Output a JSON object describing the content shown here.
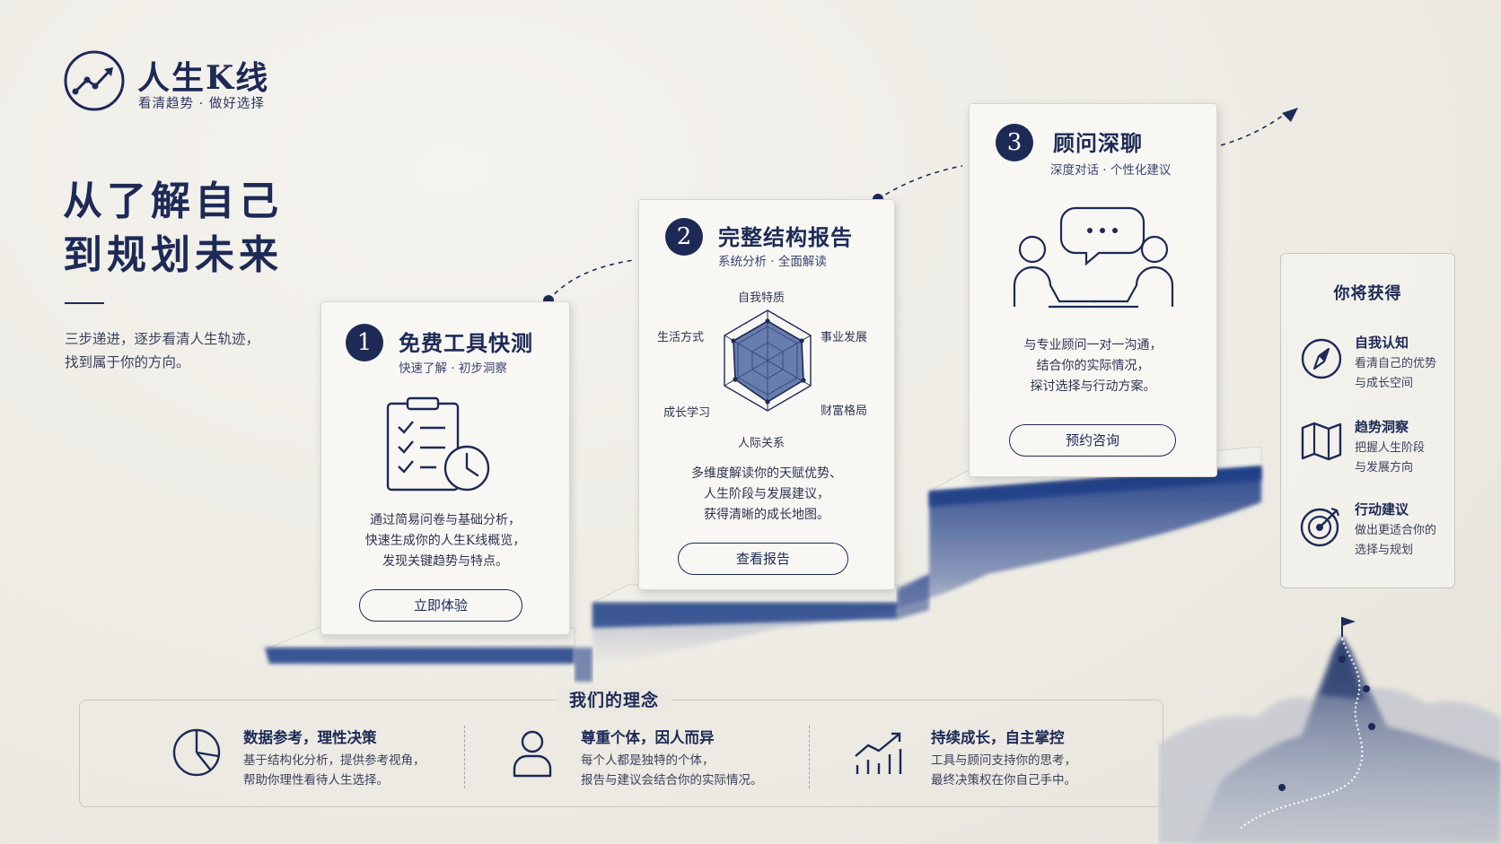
{
  "brand": {
    "name": "人生K线",
    "tagline": "看清趋势 · 做好选择"
  },
  "hero": {
    "headline_line1": "从了解自己",
    "headline_line2": "到规划未来",
    "intro_line1": "三步递进，逐步看清人生轨迹，",
    "intro_line2": "找到属于你的方向。"
  },
  "steps": [
    {
      "number": "1",
      "title": "免费工具快测",
      "subtitle": "快速了解 · 初步洞察",
      "icon": "clipboard-clock-icon",
      "desc_lines": [
        "通过简易问卷与基础分析，",
        "快速生成你的人生K线概览，",
        "发现关键趋势与特点。"
      ],
      "button": "立即体验"
    },
    {
      "number": "2",
      "title": "完整结构报告",
      "subtitle": "系统分析 · 全面解读",
      "icon": "radar-chart-icon",
      "radar_labels": [
        "自我特质",
        "事业发展",
        "财富格局",
        "人际关系",
        "成长学习",
        "生活方式"
      ],
      "desc_lines": [
        "多维度解读你的天赋优势、",
        "人生阶段与发展建议，",
        "获得清晰的成长地图。"
      ],
      "button": "查看报告"
    },
    {
      "number": "3",
      "title": "顾问深聊",
      "subtitle": "深度对话 · 个性化建议",
      "icon": "consultation-icon",
      "desc_lines": [
        "与专业顾问一对一沟通，",
        "结合你的实际情况，",
        "探讨选择与行动方案。"
      ],
      "button": "预约咨询"
    }
  ],
  "benefits": {
    "title": "你将获得",
    "items": [
      {
        "icon": "compass-icon",
        "title": "自我认知",
        "desc_lines": [
          "看清自己的优势",
          "与成长空间"
        ]
      },
      {
        "icon": "map-icon",
        "title": "趋势洞察",
        "desc_lines": [
          "把握人生阶段",
          "与发展方向"
        ]
      },
      {
        "icon": "target-icon",
        "title": "行动建议",
        "desc_lines": [
          "做出更适合你的",
          "选择与规划"
        ]
      }
    ]
  },
  "philosophy": {
    "title": "我们的理念",
    "items": [
      {
        "icon": "pie-chart-icon",
        "title": "数据参考，理性决策",
        "desc_lines": [
          "基于结构化分析，提供参考视角，",
          "帮助你理性看待人生选择。"
        ]
      },
      {
        "icon": "person-icon",
        "title": "尊重个体，因人而异",
        "desc_lines": [
          "每个人都是独特的个体，",
          "报告与建议会结合你的实际情况。"
        ]
      },
      {
        "icon": "growth-chart-icon",
        "title": "持续成长，自主掌控",
        "desc_lines": [
          "工具与顾问支持你的思考，",
          "最终决策权在你自己手中。"
        ]
      }
    ]
  },
  "colors": {
    "navy": "#1c2a55",
    "ink_blue": "#23407f",
    "paper": "#f8f7f3",
    "background": "#efece6"
  }
}
